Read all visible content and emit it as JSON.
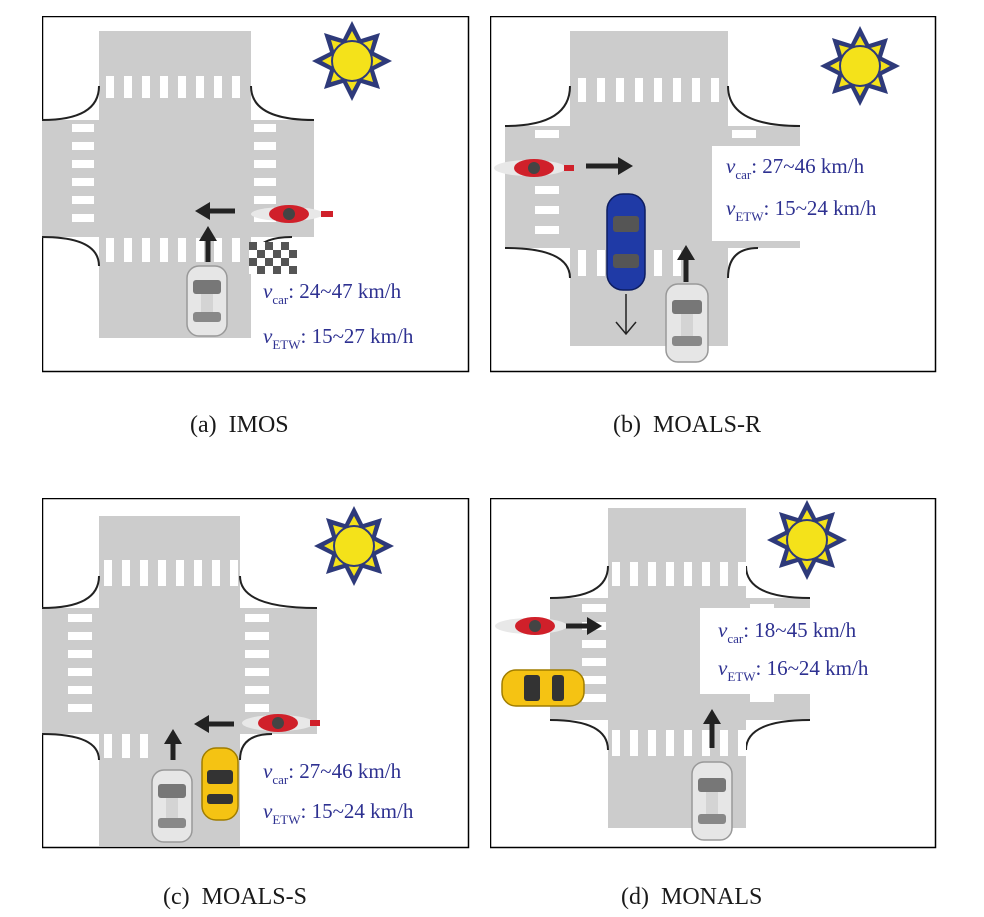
{
  "panels": [
    {
      "caption_letter": "(a)",
      "caption_name": "IMOS",
      "car_var": "v",
      "car_sub": "car",
      "car_range": ": 24~47 km/h",
      "etw_var": "v",
      "etw_sub": "ETW",
      "etw_range": ": 15~27 km/h"
    },
    {
      "caption_letter": "(b)",
      "caption_name": "MOALS-R",
      "car_var": "v",
      "car_sub": "car",
      "car_range": ": 27~46 km/h",
      "etw_var": "v",
      "etw_sub": "ETW",
      "etw_range": ": 15~24 km/h"
    },
    {
      "caption_letter": "(c)",
      "caption_name": "MOALS-S",
      "car_var": "v",
      "car_sub": "car",
      "car_range": ": 27~46 km/h",
      "etw_var": "v",
      "etw_sub": "ETW",
      "etw_range": ": 15~24 km/h"
    },
    {
      "caption_letter": "(d)",
      "caption_name": "MONALS",
      "car_var": "v",
      "car_sub": "car",
      "car_range": ": 18~45 km/h",
      "etw_var": "v",
      "etw_sub": "ETW",
      "etw_range": ": 16~24 km/h"
    }
  ],
  "colors": {
    "road": "#cccccc",
    "text": "#2e3191",
    "sun_outer": "#2e3a7a",
    "sun_inner": "#f4e21a",
    "white_car": "#e6e6e6",
    "blue_car": "#1f3aa6",
    "yellow_car": "#f5c313",
    "bike": "#d0202a"
  }
}
